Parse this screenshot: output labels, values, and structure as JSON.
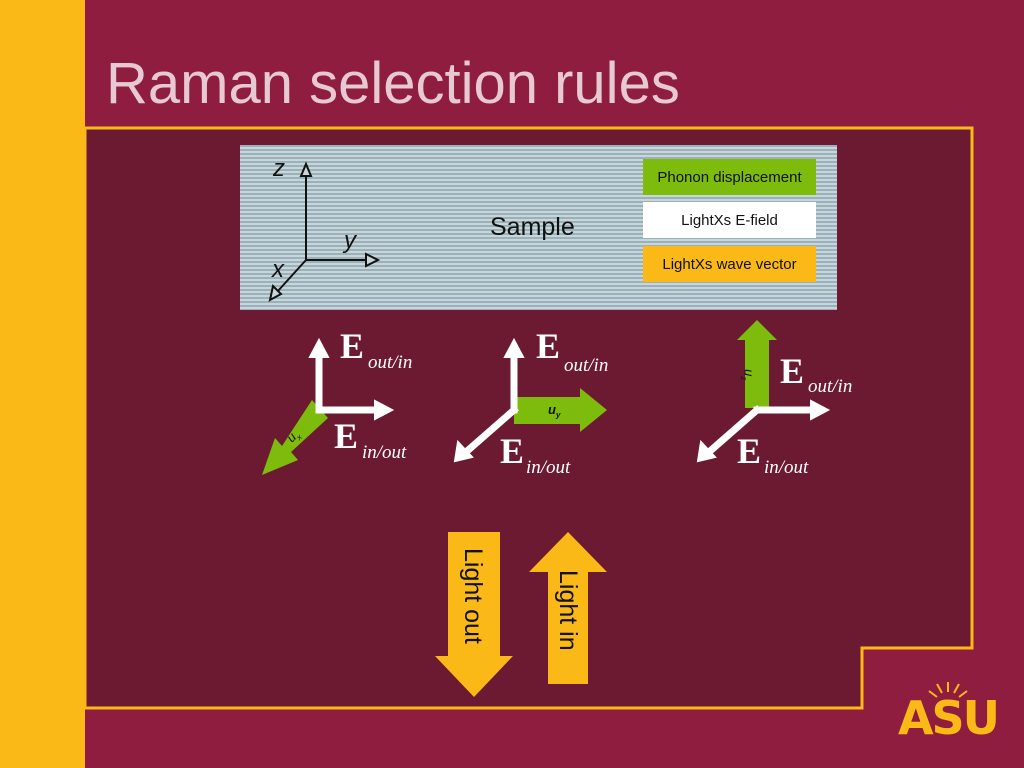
{
  "title": "Raman selection rules",
  "axes": {
    "z": "z",
    "y": "y",
    "x": "x"
  },
  "sample_label": "Sample",
  "legend": {
    "phonon": "Phonon displacement",
    "efield": "LightХs E-field",
    "wave": "LightХs wave vector"
  },
  "configurations": [
    {
      "phonon": "u",
      "phonon_sub": "x"
    },
    {
      "phonon": "u",
      "phonon_sub": "y"
    },
    {
      "phonon": "u",
      "phonon_sub": "z"
    }
  ],
  "e_labels": {
    "E": "E",
    "out_in": "out/in",
    "in_out": "in/out"
  },
  "light_out": "Light out",
  "light_in": "Light in",
  "logo_text": "ASU",
  "colors": {
    "background": "#8e1d40",
    "gold": "#fbb917",
    "green": "#7dbc0c",
    "panel": "#6b1a31",
    "title": "#e6c9d3"
  }
}
